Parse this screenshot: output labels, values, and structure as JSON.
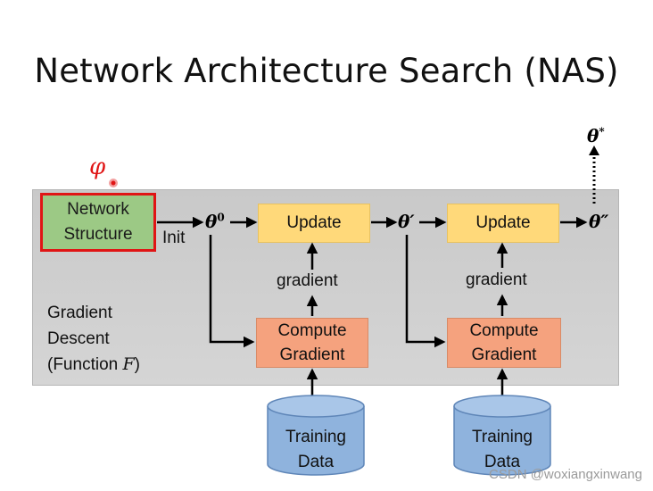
{
  "title": "Network Architecture Search (NAS)",
  "phi_symbol": "φ",
  "network_structure": {
    "line1": "Network",
    "line2": "Structure"
  },
  "init_label": "Init",
  "theta0": "θ",
  "theta0_sup": "0",
  "theta_prime": "θ′",
  "theta_double_prime": "θ″",
  "theta_star": "θ",
  "theta_star_sup": "*",
  "update_label": "Update",
  "gradient_label": "gradient",
  "compute_gradient": {
    "line1": "Compute",
    "line2": "Gradient"
  },
  "training_data": {
    "line1": "Training",
    "line2": "Data"
  },
  "side_text": {
    "line1": "Gradient",
    "line2": "Descent",
    "line3_prefix": "(Function ",
    "line3_var": "F",
    "line3_suffix": ")"
  },
  "watermark": "CSDN @woxiangxinwang",
  "colors": {
    "panel": "#d0d0d0",
    "network_box": "#9cc985",
    "highlight_border": "#e01515",
    "update_box": "#ffd97a",
    "compute_box": "#f5a27e",
    "cylinder": "#8fb3dd"
  }
}
